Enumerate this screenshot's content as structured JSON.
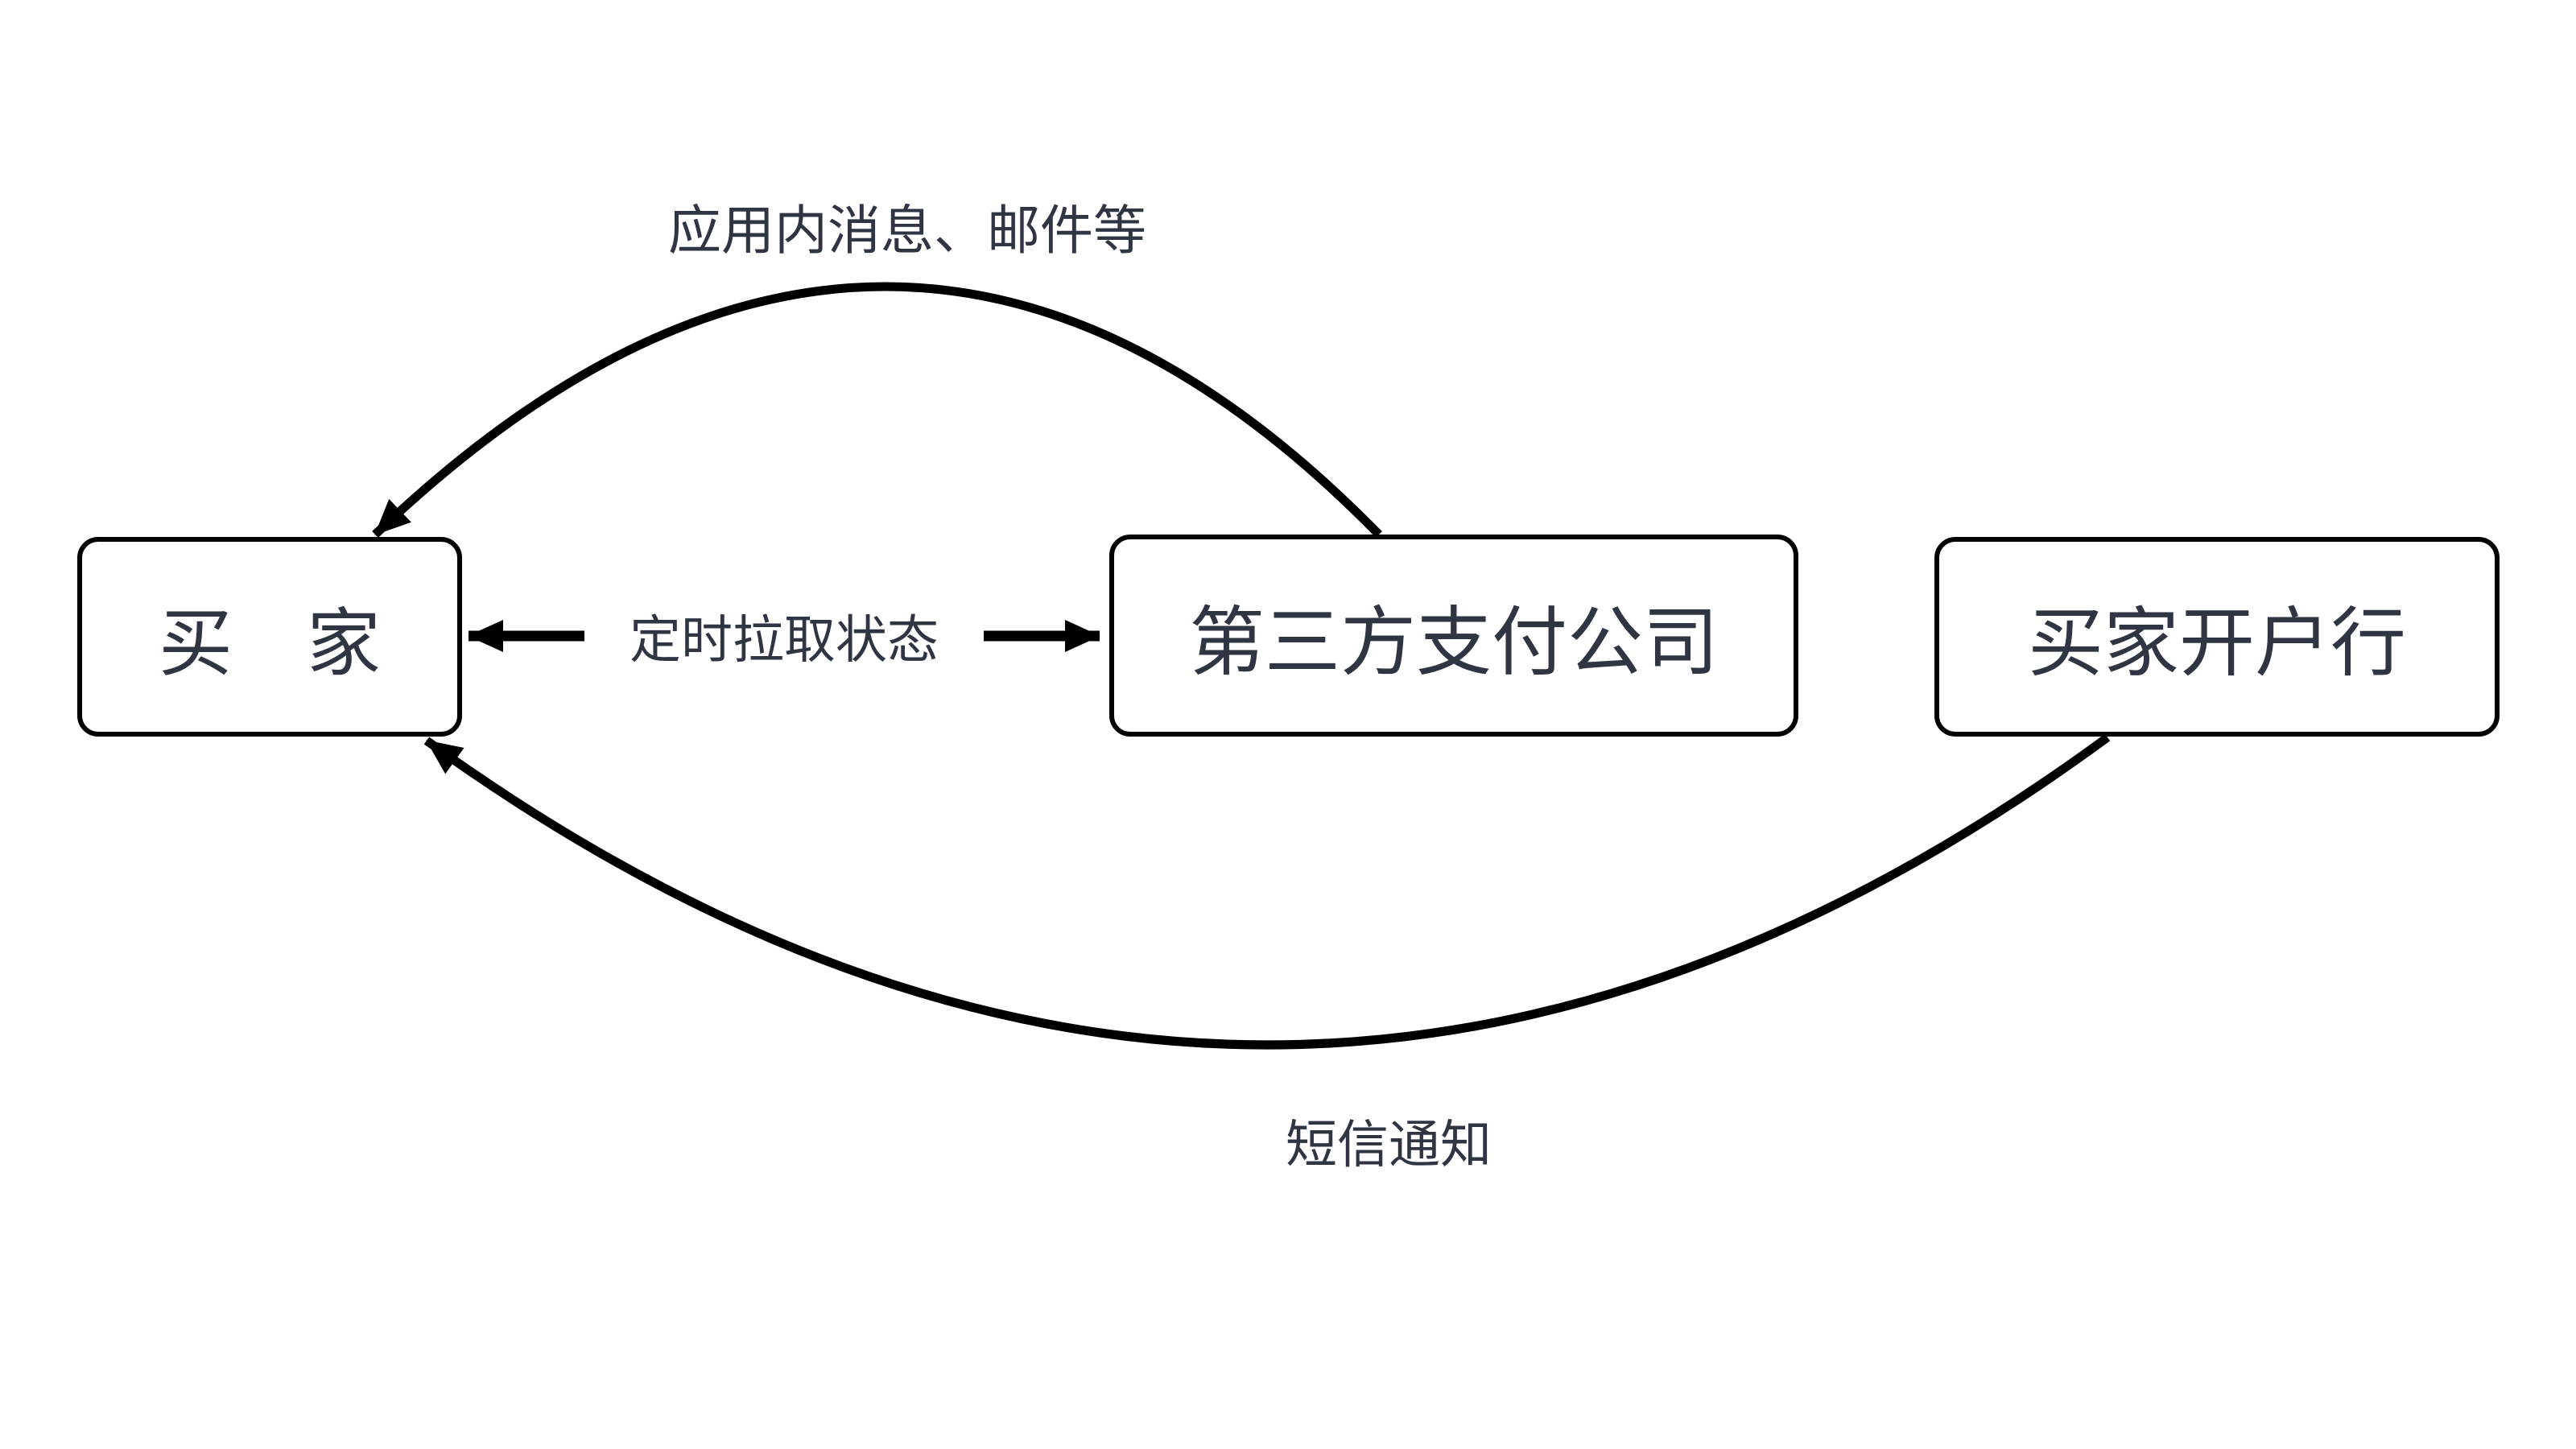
{
  "canvas": {
    "background": "#ffffff",
    "stroke_color": "#000000",
    "text_color": "#2f3542"
  },
  "nodes": [
    {
      "id": "buyer",
      "label": "买　家"
    },
    {
      "id": "third-party-payment",
      "label": "第三方支付公司"
    },
    {
      "id": "buyer-bank",
      "label": "买家开户行"
    }
  ],
  "edges": [
    {
      "id": "in-app-message",
      "label": "应用内消息、邮件等",
      "type": "curved-arrow",
      "from": "third-party-payment",
      "to": "buyer"
    },
    {
      "id": "poll-status",
      "label": "定时拉取状态",
      "type": "double-headed-arrow",
      "from": "buyer",
      "to": "third-party-payment"
    },
    {
      "id": "sms-notice",
      "label": "短信通知",
      "type": "curved-arrow",
      "from": "buyer-bank",
      "to": "buyer"
    }
  ]
}
